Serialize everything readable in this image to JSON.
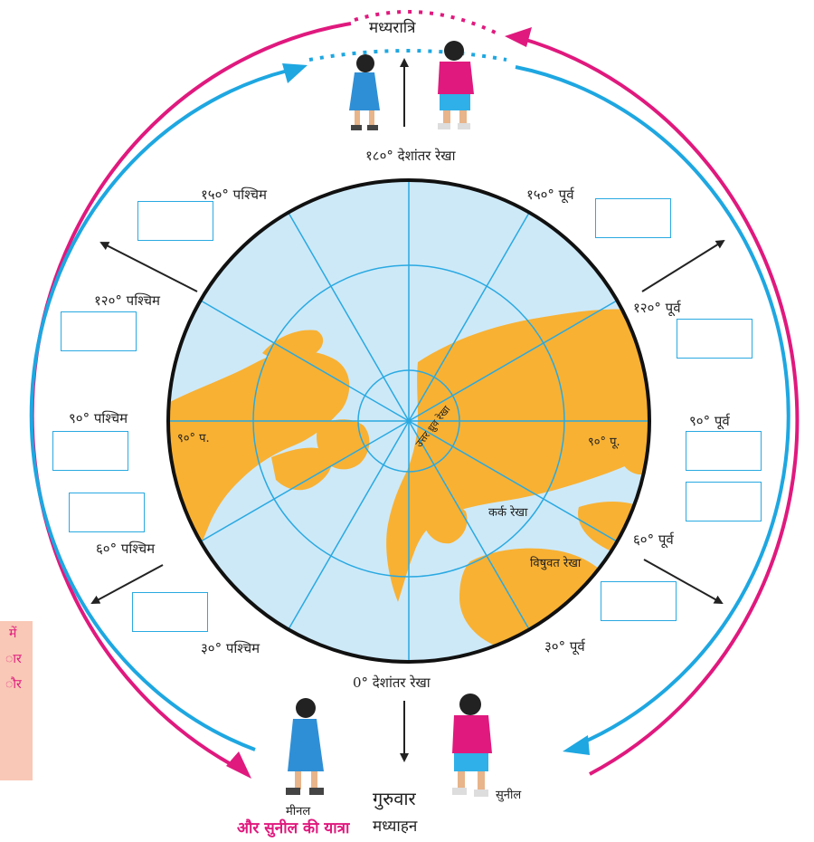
{
  "top_label": "मध्यरात्रि",
  "top_meridian": "१८०° देशांतर रेखा",
  "bottom_meridian": "0° देशांतर रेखा",
  "bottom_day": "गुरुवार",
  "bottom_time": "मध्याहन",
  "names": {
    "girl": "मीनल",
    "boy": "सुनील"
  },
  "west_labels": {
    "w150": "१५०° पश्चिम",
    "w120": "१२०° पश्चिम",
    "w90": "९०° पश्चिम",
    "w60": "६०° पश्चिम",
    "w30": "३०° पश्चिम"
  },
  "east_labels": {
    "e150": "१५०° पूर्व",
    "e120": "१२०° पूर्व",
    "e90": "९०° पूर्व",
    "e60": "६०° पूर्व",
    "e30": "३०° पूर्व"
  },
  "map_labels": {
    "w90_short": "९०° प.",
    "e90_short": "९०° पू.",
    "arctic": "उत्तर ध्रुव रेखा",
    "cancer": "कर्क रेखा",
    "equator": "विषुवत रेखा"
  },
  "side_note": {
    "line1": "में",
    "line2": "ार",
    "line3": "ौर"
  },
  "caption": "और सुनील की यात्रा",
  "colors": {
    "land": "#f8b133",
    "ocean": "#cde9f8",
    "grid": "#29a9e1",
    "arrow_blue": "#1ea7e1",
    "arrow_magenta": "#e0197e",
    "note_bg": "#f9c8b6"
  }
}
